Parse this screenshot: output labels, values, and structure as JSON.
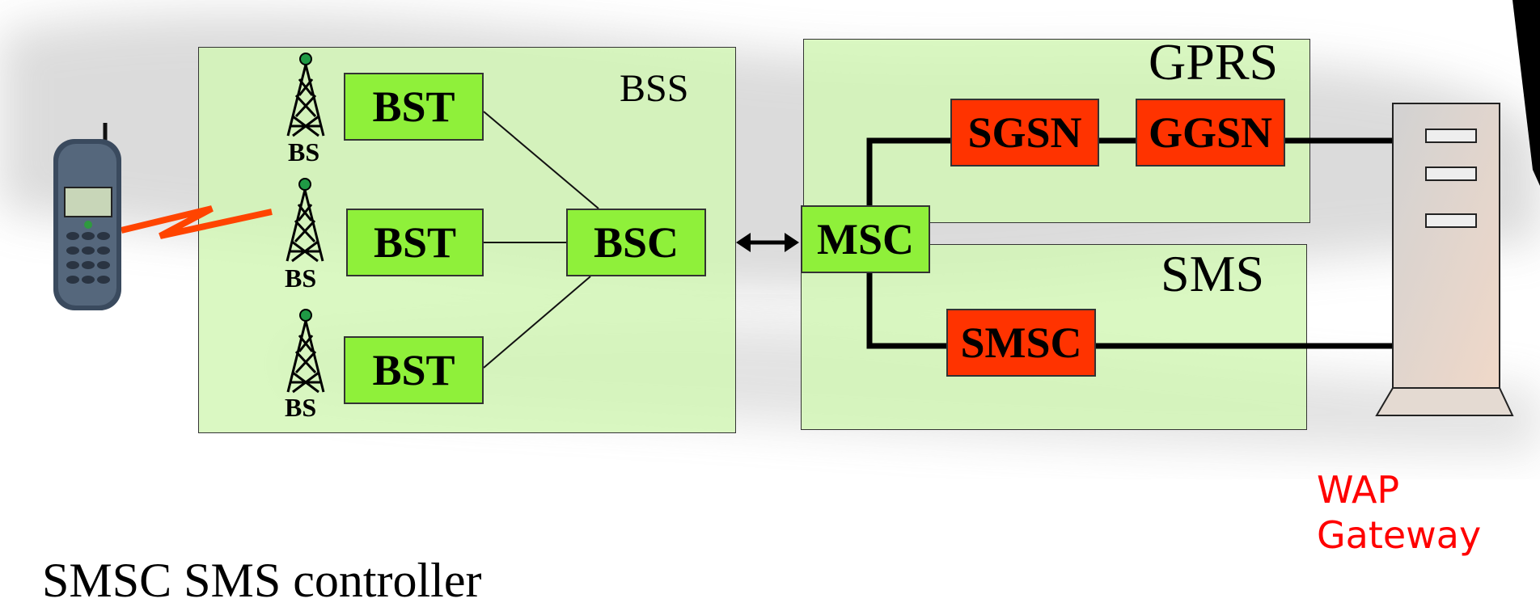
{
  "regions": {
    "bss": "BSS",
    "gprs": "GPRS",
    "sms": "SMS"
  },
  "nodes": {
    "bst_top": "BST",
    "bst_mid": "BST",
    "bst_bot": "BST",
    "bsc": "BSC",
    "msc": "MSC",
    "sgsn": "SGSN",
    "ggsn": "GGSN",
    "smsc": "SMSC"
  },
  "towers": {
    "bs_top": "BS",
    "bs_mid": "BS",
    "bs_bot": "BS"
  },
  "gateway": {
    "line1": "WAP",
    "line2": "Gateway"
  },
  "footer": {
    "text": "SMSC SMS controller"
  },
  "colors": {
    "region_fill": "#d2f6b4",
    "node_green": "#8ff03a",
    "node_red": "#ff3300",
    "gateway_label": "#ff0000",
    "signal": "#ff4400"
  },
  "icons": [
    "mobile-phone-icon",
    "radio-tower-icon",
    "server-tower-icon",
    "bidirectional-arrow-icon",
    "radio-signal-icon"
  ]
}
